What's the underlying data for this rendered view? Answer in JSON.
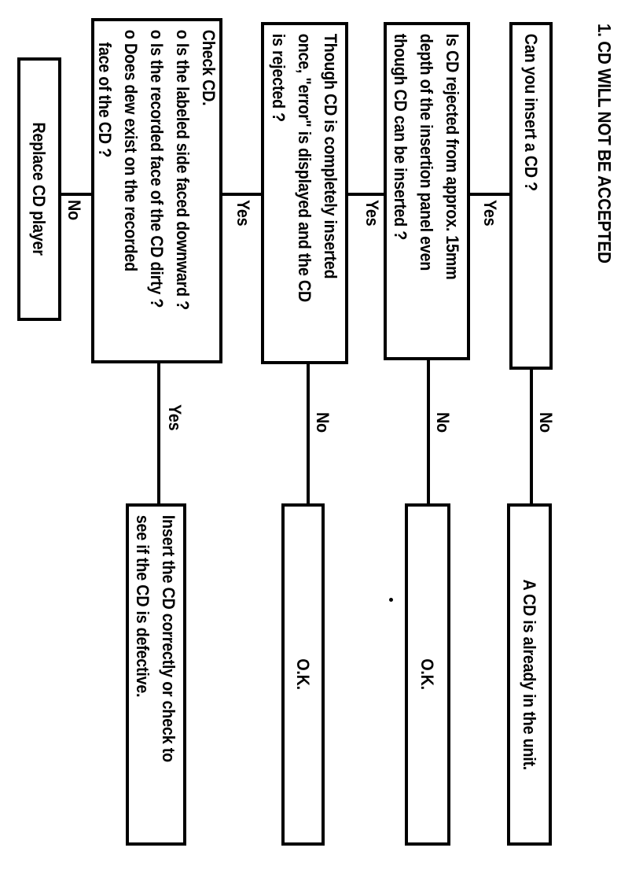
{
  "title": "1. CD WILL NOT BE ACCEPTED",
  "labels": {
    "yes": "Yes",
    "no": "No"
  },
  "boxes": {
    "q1": "Can you insert a CD ?",
    "q2": "Is CD rejected from approx. 15mm\ndepth of the insertion panel even\nthough CD can be inserted ?",
    "q3": "Though CD is completely inserted\nonce, \"error\" is displayed and the CD\nis rejected ?",
    "q4": "Check CD.\no Is the labeled side faced downward ?\no Is the recorded face of the CD dirty ?\no Does dew exist on the recorded\n   face of the CD ?",
    "end_replace": "Replace CD player",
    "r1": "A CD is already in the unit.",
    "r2": "O.K.",
    "r3": "O.K.",
    "r4": "Insert the CD correctly or check to\nsee if the CD is defective."
  },
  "colors": {
    "ink": "#000000",
    "paper": "#ffffff"
  }
}
